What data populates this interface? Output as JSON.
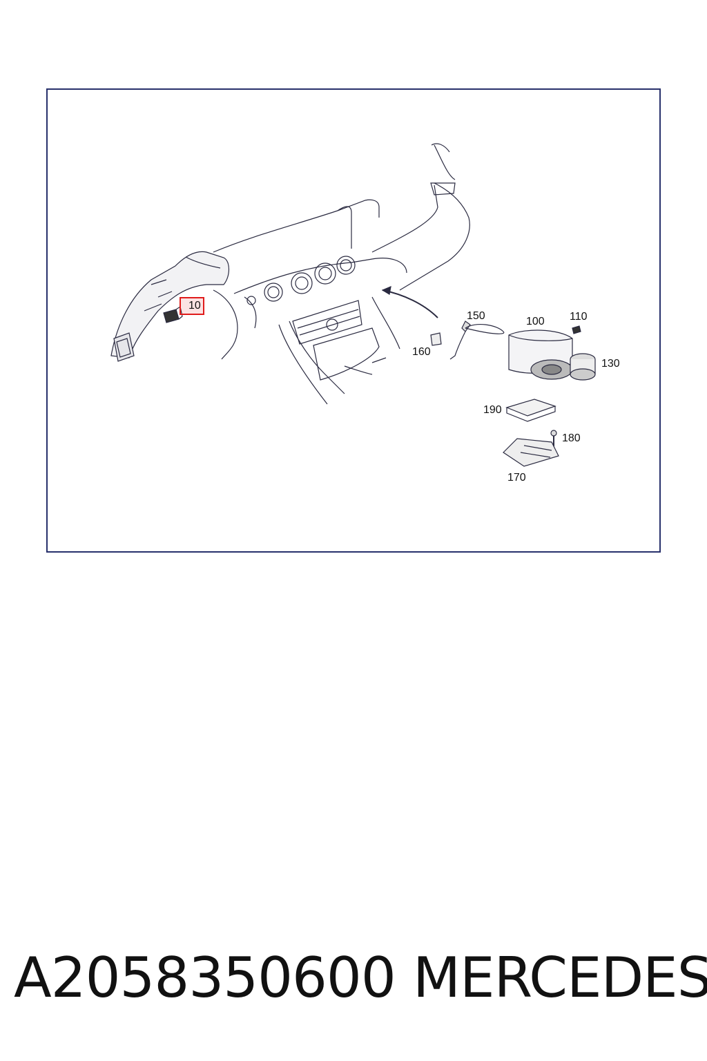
{
  "diagram": {
    "callouts": [
      {
        "id": "10",
        "label": "10",
        "highlighted": true
      },
      {
        "id": "100",
        "label": "100"
      },
      {
        "id": "110",
        "label": "110"
      },
      {
        "id": "130",
        "label": "130"
      },
      {
        "id": "150",
        "label": "150"
      },
      {
        "id": "160",
        "label": "160"
      },
      {
        "id": "170",
        "label": "170"
      },
      {
        "id": "180",
        "label": "180"
      },
      {
        "id": "190",
        "label": "190"
      }
    ],
    "colors": {
      "frame": "#27306b",
      "highlight": "#e01b1b",
      "line": "#2a2a40"
    }
  },
  "footer": {
    "part_number": "A2058350600",
    "brand": "MERCEDES"
  }
}
